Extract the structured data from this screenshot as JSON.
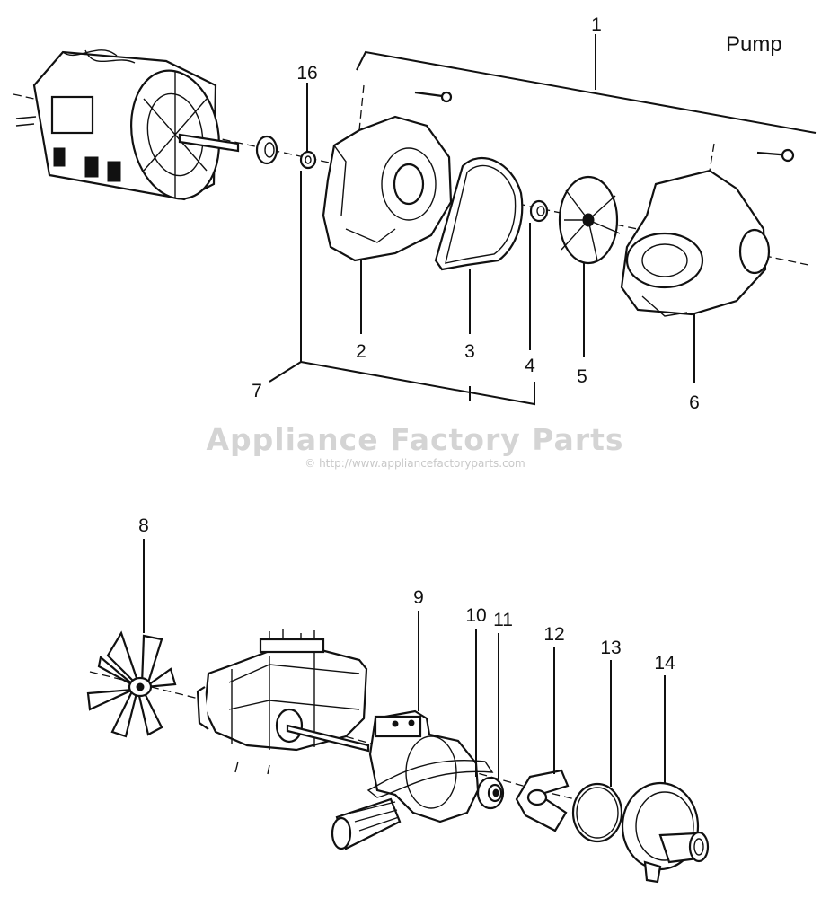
{
  "title": "Pump",
  "watermark": {
    "main": "Appliance Factory Parts",
    "url": "© http://www.appliancefactoryparts.com"
  },
  "callouts": [
    "1",
    "16",
    "2",
    "3",
    "4",
    "5",
    "6",
    "7",
    "8",
    "9",
    "10",
    "11",
    "12",
    "13",
    "14"
  ]
}
